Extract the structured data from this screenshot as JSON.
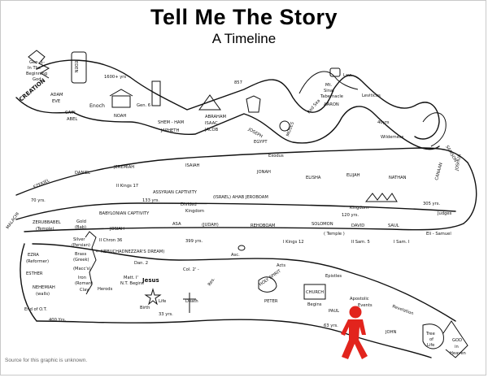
{
  "title": "Tell Me The Story",
  "subtitle": "A Timeline",
  "source_note": "Source for this graphic is unknown.",
  "road_top": {
    "beginning": [
      "Gen. 1-",
      "In The",
      "Beginning",
      "God"
    ],
    "creation": "CREATION",
    "adam": "ADAM",
    "eve": "EVE",
    "eden": "EDEN",
    "cain": "CAIN",
    "abel": "ABEL",
    "span1600": "1600+ yrs",
    "enoch": "Enoch",
    "noah": "NOAH",
    "gen6": "Gen. 6",
    "span857": "857",
    "shem_ham": "SHEM - HAM",
    "japheth": "JAPHETH",
    "abraham": "ABRAHAM",
    "isaac": "ISAAC",
    "jacob": "JACOB",
    "joseph": "JOSEPH",
    "egypt": "EGYPT",
    "moses": "MOSES",
    "exodus": "Exodus",
    "red_sea": "Red Sea",
    "law": "Law",
    "mt_sinai": [
      "Mt.",
      "Sinai",
      "Tabernacle"
    ],
    "aaron": "AARON",
    "leviticus": "Leviticus",
    "years40": "40yrs",
    "wilderness": "Wilderness"
  },
  "road_middle": {
    "ezekiel": "EZEKIEL",
    "daniel": "DANIEL",
    "jeremiah": "JEREMIAH",
    "isaiah": "ISAIAH",
    "jonah": "JONAH",
    "elisha": "ELISHA",
    "elijah": "ELIJAH",
    "nathan": "NATHAN",
    "canaan": "CANAAN",
    "joshua": "JOSHUA",
    "samson": "SAMSON",
    "kings17": "II Kings 17",
    "assyrian": "ASSYRIAN CAPTIVITY",
    "israel_ahab": "(ISRAEL) AHAB JEROBOAM",
    "years70": "70 yrs.",
    "years133": "133 yrs.",
    "divided": "Divided",
    "kingdom1": "Kingdom",
    "kingdom2": "Kingdom",
    "years120": "120 yrs.",
    "years305": "305 yrs.",
    "judges": "Judges",
    "babylonian": "BABYLONIAN CAPTIVITY",
    "josiah": "JOSIAH",
    "asa": "ASA",
    "judah": "(JUDAH)",
    "rehoboam": "REHOBOAM",
    "solomon": "SOLOMON",
    "david": "DAVID",
    "saul": "SAUL",
    "eli_samuel": "Eli - Samuel",
    "temple": "( Temple )",
    "chron36": "II Chron 36",
    "years399": "399 yrs.",
    "kings12": "I Kings 12",
    "sam5": "II Sam. 5",
    "sam1": "I Sam. I",
    "malachi": "MALACHI"
  },
  "road_bottom": {
    "zerubbabel": "ZERUBBABEL",
    "temple2": "(Temple)",
    "ezra": "EZRA",
    "reformer": "(Reformer)",
    "esther": "ESTHER",
    "nehemiah": "NEHEMIAH",
    "walls": "(walls)",
    "end_ot": "End of O.T.",
    "years400": "400 Yrs.",
    "gold": [
      "Gold",
      "(Bab)"
    ],
    "silver": [
      "Silver",
      "(Persian)"
    ],
    "brass": [
      "Brass",
      "(Greek)"
    ],
    "macc": "(Macc's)",
    "iron": [
      "Iron",
      "(Roman)"
    ],
    "clay": [
      "Clay"
    ],
    "herods": "Herods",
    "neb_dream": "← NEBUCHADNEZZAR'S DREAM)",
    "dan2": "Dan. 2",
    "matt1": "Matt. I'",
    "nt_begins": "N.T. Begins",
    "jesus": "Jesus",
    "birth": "Birth",
    "life": "Life",
    "death": "Death",
    "col2": "Col. 2' -",
    "res": "Res.",
    "asc": "Asc.",
    "years33": "33 yrs.",
    "acts": "Acts",
    "holy_spirit": "HOLY SPIRIT",
    "church": "CHURCH",
    "begins": "Begins",
    "peter": "PETER",
    "epistles": "Epistles",
    "paul": "PAUL",
    "apostolic": [
      "Apostolic",
      "Events"
    ],
    "years63": "63 yrs.",
    "john": "JOHN",
    "revelation": "Revelation",
    "tree_of_life": [
      "Tree",
      "of",
      "Life"
    ],
    "god_heaven": [
      "GOD",
      "in",
      "Heaven"
    ]
  },
  "colors": {
    "ink": "#111111",
    "figure": "#e2241d",
    "frame": "#c9c9c9"
  }
}
